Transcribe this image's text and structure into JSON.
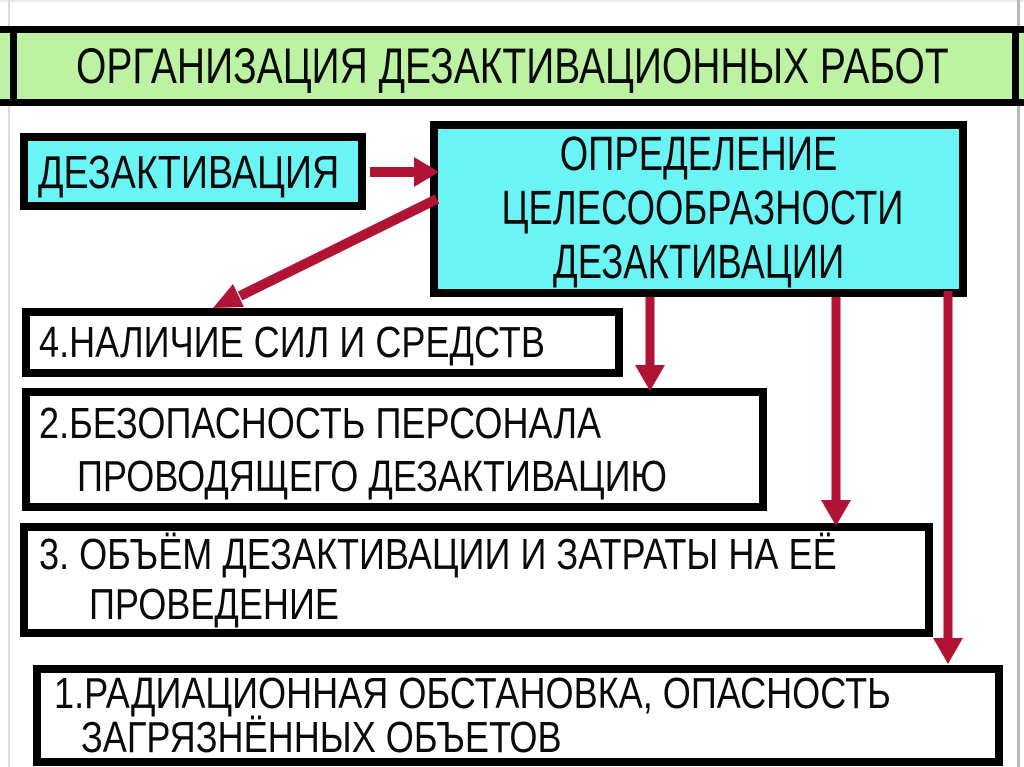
{
  "colors": {
    "banner_green": "#bdf2a2",
    "box_cyan": "#6af4f4",
    "arrow_crimson": "#b01334",
    "ink_black": "#0a0a0a"
  },
  "banner": {
    "title": "ОРГАНИЗАЦИЯ ДЕЗАКТИВАЦИОННЫХ РАБОТ"
  },
  "boxes": {
    "dezaktivacia": {
      "label": "ДЕЗАКТИВАЦИЯ"
    },
    "opredelenie": {
      "lines": [
        "ОПРЕДЕЛЕНИЕ",
        "ЦЕЛЕСООБРАЗНОСТИ",
        "ДЕЗАКТИВАЦИИ"
      ]
    },
    "factor4": {
      "label": "4.НАЛИЧИЕ СИЛ И СРЕДСТВ"
    },
    "factor2": {
      "lines": [
        "2.БЕЗОПАСНОСТЬ ПЕРСОНАЛА",
        "ПРОВОДЯЩЕГО ДЕЗАКТИВАЦИЮ"
      ]
    },
    "factor3": {
      "lines": [
        "3. ОБЪЁМ ДЕЗАКТИВАЦИИ И ЗАТРАТЫ НА ЕЁ",
        "ПРОВЕДЕНИЕ"
      ]
    },
    "factor1": {
      "lines": [
        "1.РАДИАЦИОННАЯ ОБСТАНОВКА, ОПАСНОСТЬ",
        "ЗАГРЯЗНЁННЫХ ОБЪЕТОВ"
      ]
    }
  }
}
